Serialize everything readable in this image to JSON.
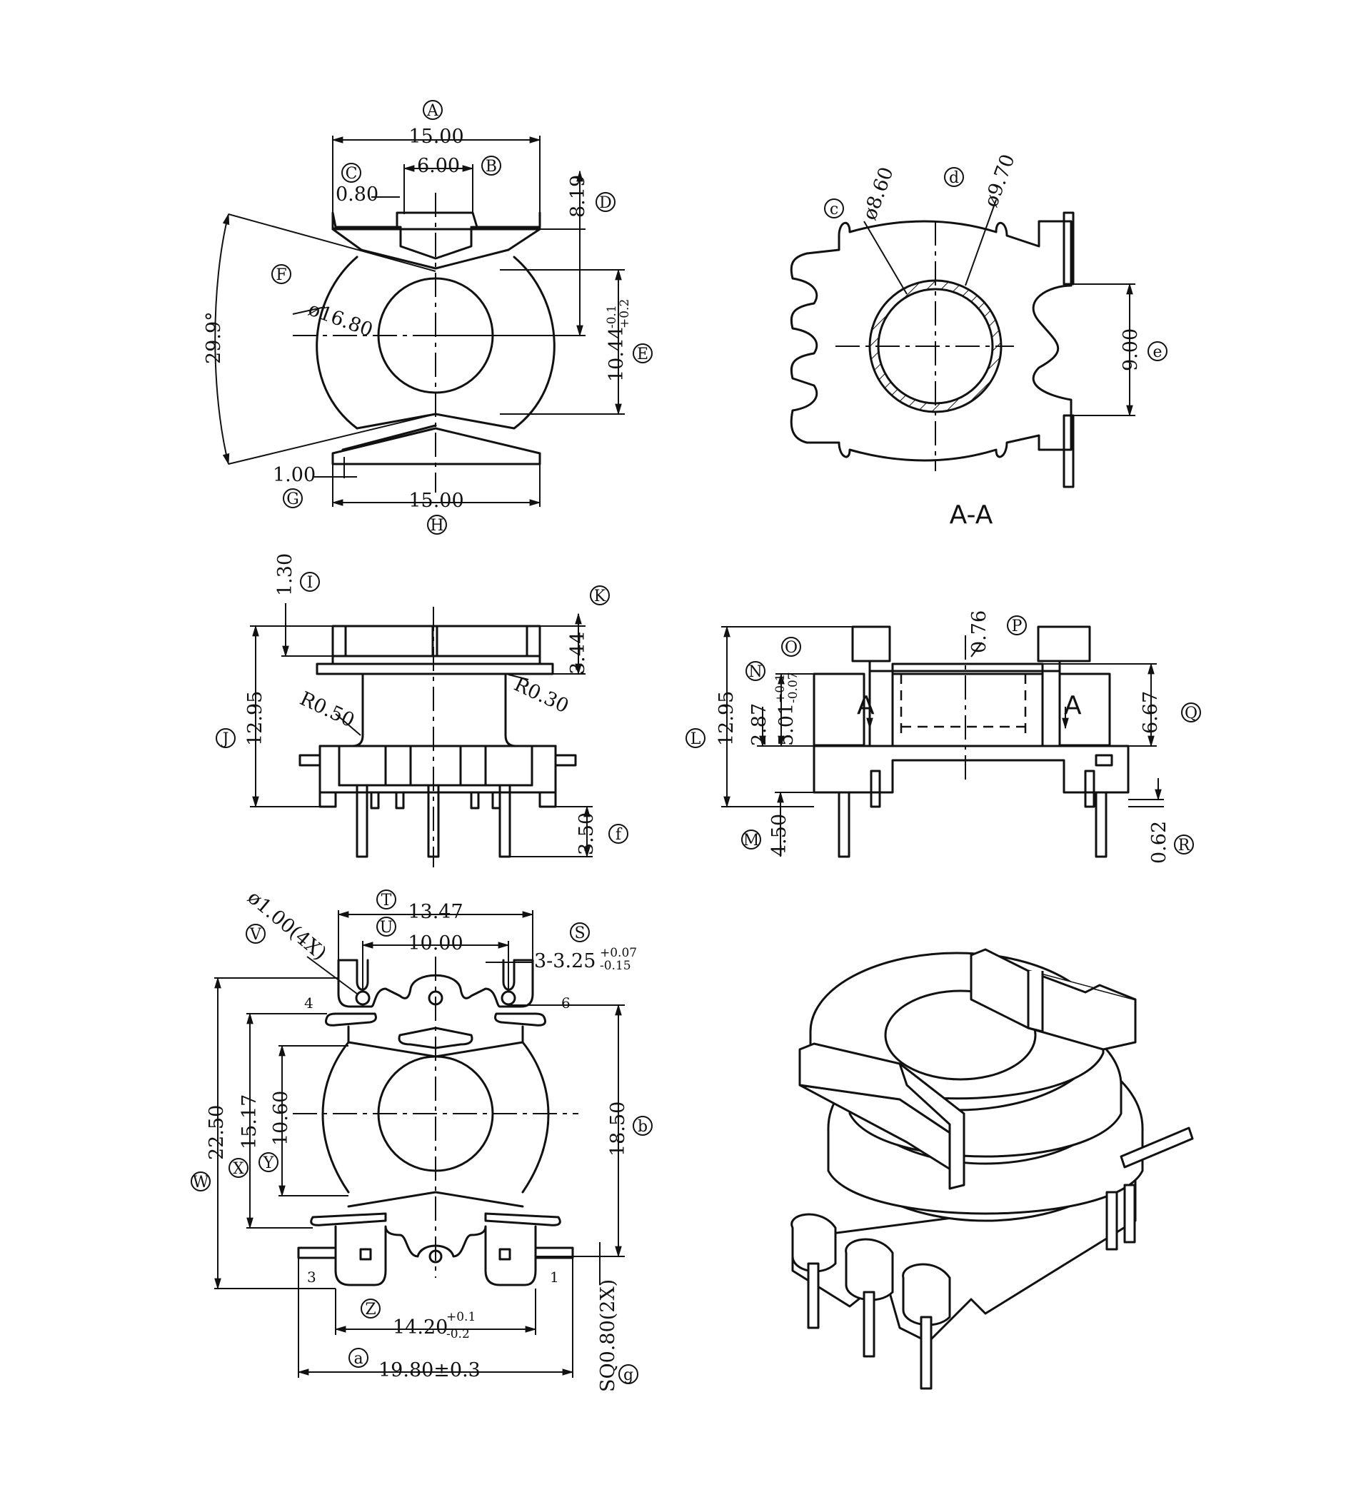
{
  "top_view": {
    "dims": {
      "width_top": "15.00",
      "slot": "6.00",
      "offset": "0.80",
      "height_right": "8.19",
      "dia_outer": "ø16.80",
      "angle": "29.9°",
      "bottom_gap": "1.00",
      "width_bottom": "15.00",
      "core_h": "10.44"
    },
    "tol": {
      "core_up": "-0.1",
      "core_lo": "+0.2"
    },
    "refs": {
      "A": "A",
      "B": "B",
      "C": "C",
      "D": "D",
      "E": "E",
      "F": "F",
      "G": "G",
      "H": "H"
    }
  },
  "section_view": {
    "title": "A-A",
    "dims": {
      "dia_inner": "ø8.60",
      "dia_outer": "ø9.70",
      "pitch": "9.00"
    },
    "refs": {
      "c": "c",
      "d": "d",
      "e": "e"
    }
  },
  "front_view": {
    "dims": {
      "flange_t": "1.30",
      "total_h": "12.95",
      "r1": "R0.50",
      "r2": "R0.30",
      "top_h": "3.44",
      "pin_len": "3.50"
    },
    "refs": {
      "I": "I",
      "J": "J",
      "K": "K",
      "f": "f"
    }
  },
  "side_view": {
    "dims": {
      "total_h": "12.95",
      "wall": "0.76",
      "h1": "2.87",
      "h2": "5.01",
      "window": "6.67",
      "pin_h": "4.50",
      "pin_t": "0.62"
    },
    "tol": {
      "h2_up": "+0.1",
      "h2_lo": "-0.07"
    },
    "section_mark": "A",
    "refs": {
      "L": "L",
      "M": "M",
      "N": "N",
      "O": "O",
      "P": "P",
      "Q": "Q",
      "R": "R"
    }
  },
  "bottom_view": {
    "dims": {
      "hole_dia": "ø1.00(4X)",
      "span": "13.47",
      "pitch": "10.00",
      "slot": "3-3.25",
      "h_total": "22.50",
      "h_mid": "15.17",
      "h_core": "10.60",
      "h_pin": "18.50",
      "pin_span": "14.20",
      "overall": "19.80±0.3",
      "pin_sq": "SQ0.80(2X)"
    },
    "tol": {
      "slot_up": "+0.07",
      "slot_lo": "-0.15",
      "span_up": "+0.1",
      "span_lo": "-0.2"
    },
    "pins": {
      "p1": "1",
      "p3": "3",
      "p4": "4",
      "p6": "6"
    },
    "refs": {
      "S": "S",
      "T": "T",
      "U": "U",
      "V": "V",
      "W": "W",
      "X": "X",
      "Y": "Y",
      "Z": "Z",
      "a": "a",
      "b": "b",
      "g": "g"
    }
  }
}
